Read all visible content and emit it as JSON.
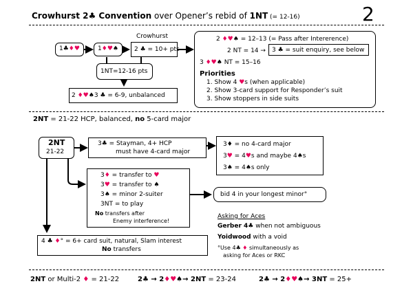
{
  "header": {
    "t1": "Crowhurst 2",
    "club": "♣",
    "t2": " Convention",
    "t3": " over Opener’s rebid of ",
    "t4": "1NT",
    "t5": " (= 12-16)",
    "page_number": "2"
  },
  "crowhurst": {
    "open": {
      "c": "1♣",
      "d": "♦",
      "h": "♥"
    },
    "resp": {
      "a": "1",
      "d": "♦",
      "h": "♥",
      "s": "♠"
    },
    "label": "Crowhurst",
    "two_clubs": "2 ♣ = 10+ pts",
    "nt_rebid": "1NT=12-16 pts",
    "weak": {
      "a": "2 ",
      "d": "♦",
      "h": "♥",
      "s": "♠",
      "b": "3 ♣ = 6-9, unbalanced"
    },
    "r1": {
      "a": "2 ",
      "d": "♦",
      "h": "♥",
      "s": "♠",
      "b": " = 12–13 (= Pass after Intererence)"
    },
    "r2": {
      "a": "2 NT = 14 →",
      "b": "3 ♣ = suit enquiry, see below"
    },
    "r3": {
      "a": "3 ",
      "d": "♦",
      "h": "♥",
      "s": "♠",
      "b": " NT = 15–16"
    },
    "priorities_title": "Priorities",
    "p1": {
      "a": "1. Show 4 ",
      "h": "♥",
      "b": "s (when applicable)"
    },
    "p2": "2. Show 3-card support for  Responder’s suit",
    "p3": "3. Show stoppers in side suits"
  },
  "twonts": {
    "title_b": "2NT",
    "title_r": " = 21-22 HCP, balanced, ",
    "title_no": "no",
    "title_e": " 5-card major",
    "box_title": "2NT",
    "box_range": "21-22",
    "stayman1": "3♣  = Stayman, 4+ HCP",
    "stayman2": "must have 4-card major",
    "ans1": "3♦  = no 4-card major",
    "ans2": {
      "a": "3",
      "h": "♥",
      "b": "  = 4",
      "h2": "♥",
      "c": "s and maybe 4",
      "s": "♠",
      "d": "s"
    },
    "ans3": {
      "a": "3",
      "s": "♠",
      "b": "  = 4",
      "s2": "♠",
      "c": "s only"
    },
    "t1": {
      "a": "3",
      "d": "♦",
      "b": "  = transfer to ",
      "h": "♥"
    },
    "t2": {
      "a": "3",
      "h": "♥",
      "b": "  = transfer to ",
      "s": "♠"
    },
    "t3": {
      "a": "3",
      "s": "♠",
      "b": "  =  minor 2-suiter"
    },
    "t4": "3NT = to play",
    "t5": "No",
    "t6": " transfers after",
    "t7": "Enemy interference!",
    "minor": "bid 4 in your longest minor°",
    "four": {
      "a": "4 ♣ ",
      "d": "♦",
      "b": "° = 6+ card suit, natural, Slam interest"
    },
    "four2": "No",
    "four2b": " transfers"
  },
  "aces": {
    "title": "Asking for Aces",
    "gerber": "Gerber 4♣",
    "gerber_rest": " when not ambiguous",
    "yoid": "Yoidwood",
    "yoid_rest": " with a void",
    "note1": {
      "a": "°Use  4♣ ",
      "d": "♦",
      "b": "  simultaneously as"
    },
    "note2": "asking for Aces or RKC"
  },
  "footer": {
    "f1a": "2NT",
    "f1b": " or Multi-2 ",
    "f1d": "♦",
    "f1c": " = 21-22",
    "f2a": "2♣ → 2",
    "f2d": "♦",
    "f2h": "♥",
    "f2s": "♠",
    "f2b": "→ 2NT",
    "f2c": " = 23-24",
    "f3a": "2♣ → 2",
    "f3d": "♦",
    "f3h": "♥",
    "f3s": "♠",
    "f3b": "→ 3NT",
    "f3c": " = 25+"
  }
}
